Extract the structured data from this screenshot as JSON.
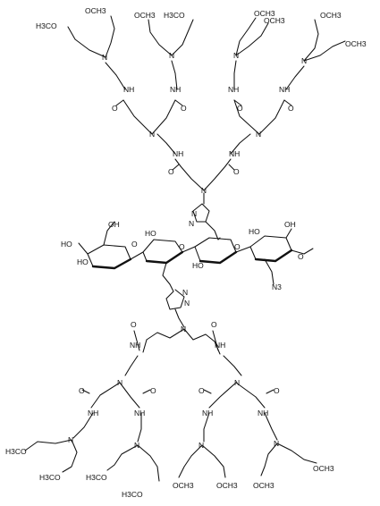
{
  "diagram": {
    "type": "chemical-structure",
    "labels": {
      "methyl_ester_a": "H3CO",
      "methyl_ester_b": "OCH3",
      "methoxy_plain": "H3CO",
      "amide": "NH",
      "amine": "N",
      "oxygen": "O",
      "hydroxyl": "OH",
      "hydroxyl_left": "HO",
      "azide": "N3"
    },
    "colors": {
      "ink": "#111111",
      "background": "#ffffff"
    }
  }
}
